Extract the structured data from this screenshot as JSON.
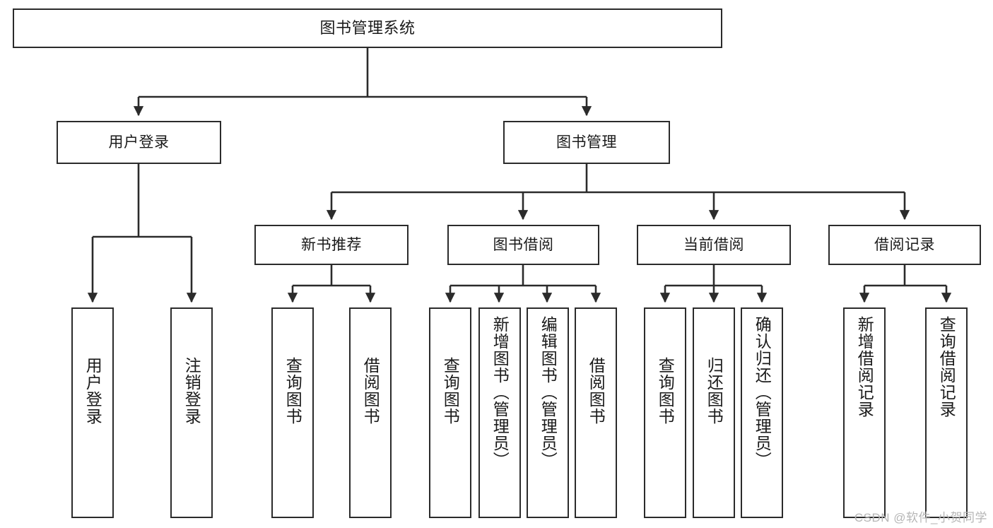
{
  "diagram": {
    "title_node": {
      "label": "图书管理系统"
    },
    "level2": [
      {
        "id": "user-login",
        "label": "用户登录"
      },
      {
        "id": "book-manage",
        "label": "图书管理"
      }
    ],
    "level3": [
      {
        "id": "new-book-recommend",
        "label": "新书推荐"
      },
      {
        "id": "book-borrow",
        "label": "图书借阅"
      },
      {
        "id": "current-borrow",
        "label": "当前借阅"
      },
      {
        "id": "borrow-record",
        "label": "借阅记录"
      }
    ],
    "leaves": [
      {
        "id": "leaf-user-login",
        "label": "用户登录"
      },
      {
        "id": "leaf-logout-login",
        "label": "注销登录"
      },
      {
        "id": "leaf-query-book-1",
        "label": "查询图书"
      },
      {
        "id": "leaf-borrow-book-1",
        "label": "借阅图书"
      },
      {
        "id": "leaf-query-book-2",
        "label": "查询图书"
      },
      {
        "id": "leaf-add-book",
        "label": "新增图书（管理员）"
      },
      {
        "id": "leaf-edit-book",
        "label": "编辑图书（管理员）"
      },
      {
        "id": "leaf-borrow-book-2",
        "label": "借阅图书"
      },
      {
        "id": "leaf-query-book-3",
        "label": "查询图书"
      },
      {
        "id": "leaf-return-book",
        "label": "归还图书"
      },
      {
        "id": "leaf-confirm-return",
        "label": "确认归还（管理员）"
      },
      {
        "id": "leaf-add-record",
        "label": "新增借阅记录"
      },
      {
        "id": "leaf-query-record",
        "label": "查询借阅记录"
      }
    ]
  },
  "watermark": {
    "text": "CSDN @软件_小贺同学"
  },
  "colors": {
    "background": "#ffffff",
    "box_border": "#2b2b2b",
    "box_fill": "#ffffff",
    "connector": "#2b2b2b",
    "text": "#1a1a1a",
    "watermark": "#b6b6b6"
  }
}
